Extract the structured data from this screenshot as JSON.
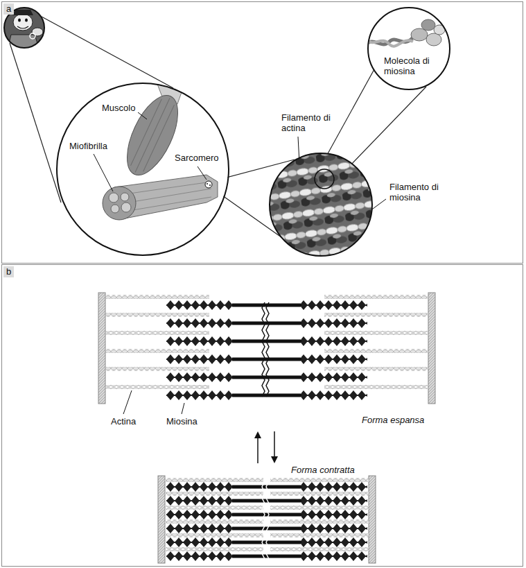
{
  "diagram": {
    "nodes": [
      {
        "text": [
          "a"
        ]
      },
      {
        "text": [
          "Muscolo",
          "Miofibrilla",
          "Sarcomero"
        ],
        "in": 0
      },
      {
        "text": [
          "Molecola di miosina"
        ],
        "in": 0
      },
      {
        "text": [
          "b"
        ]
      }
    ],
    "labels": [
      "Filamento di actina",
      "Filamento di miosina",
      "Actina",
      "Miosina",
      "Forma espansa",
      "Forma contratta"
    ]
  }
}
